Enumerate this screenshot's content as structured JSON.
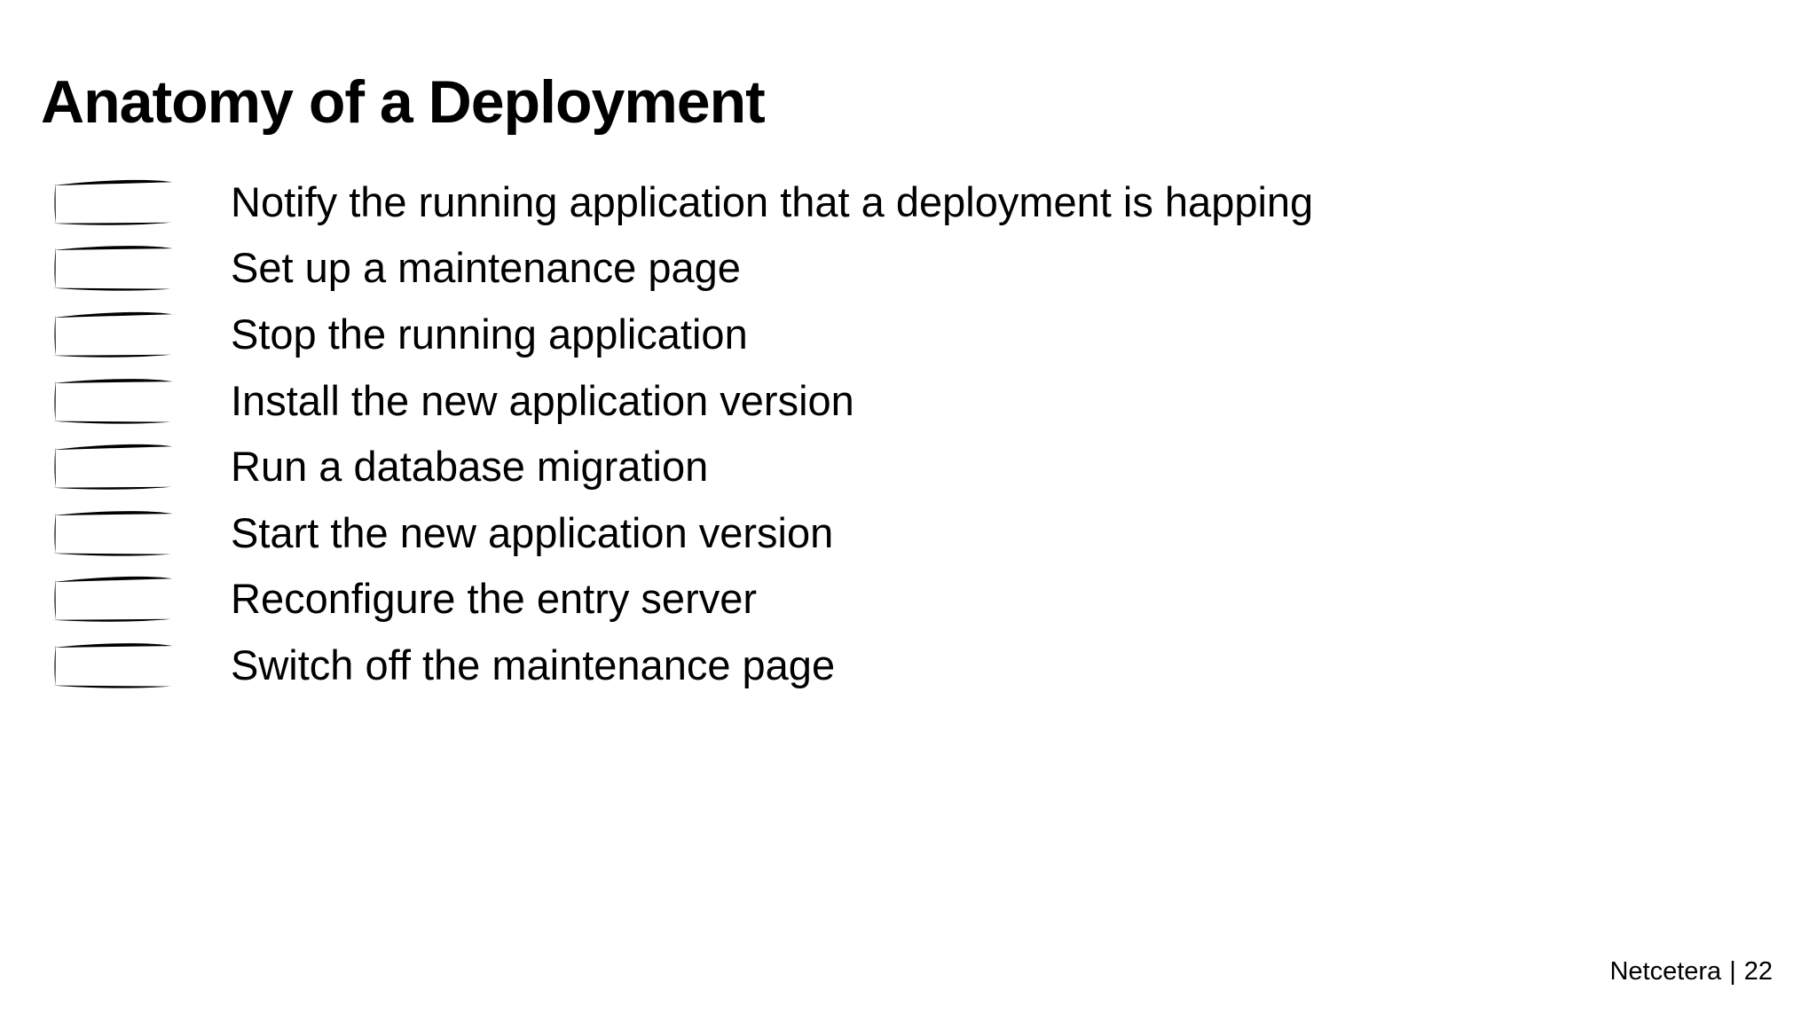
{
  "slide": {
    "title": "Anatomy of a Deployment",
    "steps": [
      "Notify the running application that a deployment is happing",
      "Set up a maintenance page",
      "Stop the running application",
      "Install the new application version",
      "Run a database migration",
      "Start the new application version",
      "Reconfigure the entry server",
      "Switch off the maintenance page"
    ],
    "footer": {
      "brand": "Netcetera",
      "divider": "|",
      "page_number": "22"
    }
  },
  "icons": {
    "bullet": "arrow-tag-icon"
  },
  "colors": {
    "background": "#ffffff",
    "text": "#000000",
    "bullet_stroke": "#161616"
  }
}
